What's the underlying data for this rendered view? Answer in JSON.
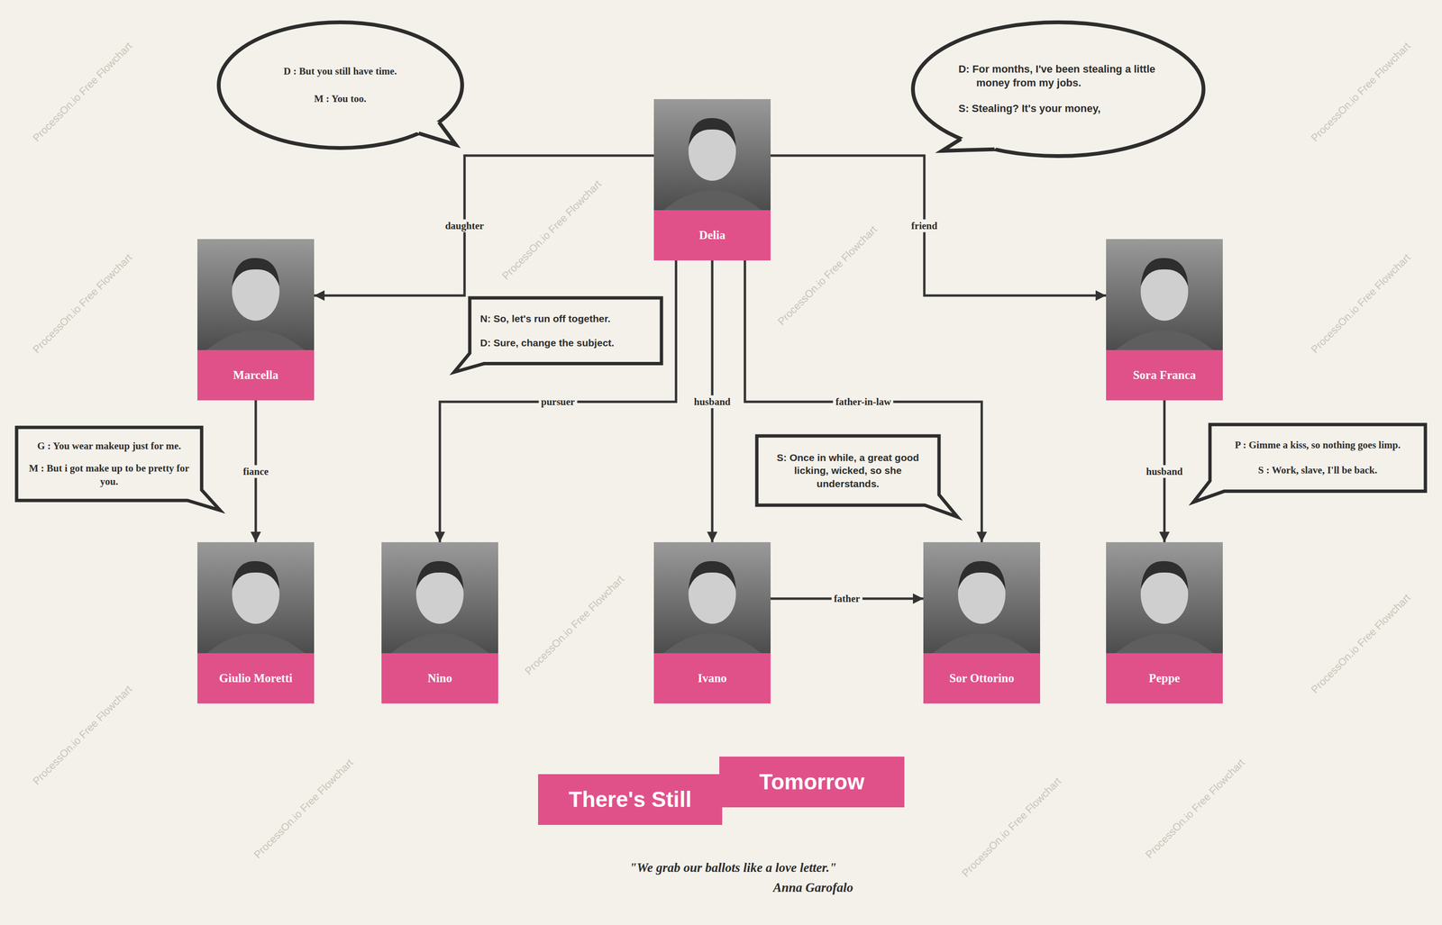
{
  "diagram": {
    "caption": "\"We grab our ballots like a love letter.\"",
    "nodes": [
      {
        "text": [
          "D : But you still have time.",
          "M : You too."
        ]
      },
      {
        "text": [
          "Delia"
        ]
      },
      {
        "text": [
          "D: For months, I've been stealing a little money from my jobs.",
          "S: Stealing? It's your money,"
        ]
      },
      {
        "text": [
          "Marcella"
        ]
      },
      {
        "text": [
          "N: So, let's run off together.",
          "D: Sure, change the subject."
        ]
      },
      {
        "text": [
          "Sora Franca"
        ]
      },
      {
        "text": [
          "G : You wear makeup just for me.",
          "M : But i got make up to be pretty for you."
        ]
      },
      {
        "text": [
          "S: Once in while, a great good licking, wicked, so she understands."
        ]
      },
      {
        "text": [
          "P : Gimme a kiss, so nothing goes limp.",
          "S : Work, slave, I'll be back."
        ]
      },
      {
        "text": [
          "Giulio Moretti"
        ]
      },
      {
        "text": [
          "Nino"
        ]
      },
      {
        "text": [
          "Ivano"
        ]
      },
      {
        "text": [
          "Sor Ottorino"
        ]
      },
      {
        "text": [
          "Peppe"
        ]
      },
      {
        "text": [
          "There's Still"
        ]
      },
      {
        "text": [
          "Tomorrow"
        ]
      }
    ],
    "edges": [
      {
        "from": 1,
        "to": 3,
        "label": "daughter",
        "arrow": "to"
      },
      {
        "from": 1,
        "to": 5,
        "label": "friend",
        "arrow": "to"
      },
      {
        "from": 1,
        "to": 10,
        "label": "pursuer",
        "arrow": "to"
      },
      {
        "from": 1,
        "to": 11,
        "label": "husband",
        "arrow": "to"
      },
      {
        "from": 1,
        "to": 12,
        "label": "father-in-law",
        "arrow": "to"
      },
      {
        "from": 3,
        "to": 9,
        "label": "fiance",
        "arrow": "to"
      },
      {
        "from": 5,
        "to": 13,
        "label": "husband",
        "arrow": "to"
      },
      {
        "from": 11,
        "to": 12,
        "label": "father",
        "arrow": "to"
      }
    ],
    "labels": [
      "Anna Garofalo",
      "ProcessOn.io Free Flowchart",
      "ProcessOn.io Free Flowchart",
      "ProcessOn.io Free Flowchart",
      "ProcessOn.io Free Flowchart",
      "ProcessOn.io Free Flowchart",
      "ProcessOn.io Free Flowchart",
      "ProcessOn.io Free Flowchart",
      "ProcessOn.io Free Flowchart",
      "ProcessOn.io Free Flowchart",
      "ProcessOn.io Free Flowchart",
      "ProcessOn.io Free Flowchart",
      "ProcessOn.io Free Flowchart"
    ]
  }
}
